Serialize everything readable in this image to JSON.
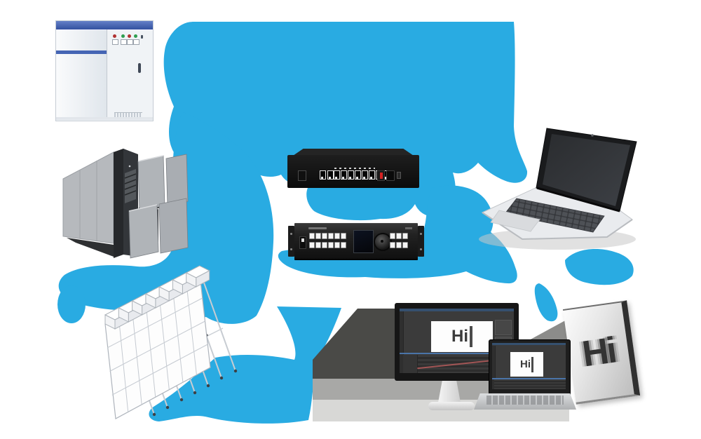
{
  "colors": {
    "arrow_blue": "#29ABE2",
    "device_black": "#141414",
    "panel_silver": "#d9d9d9",
    "cabinet_stripe_blue": "#33519f"
  },
  "screens": {
    "monitor_preview": "Hi",
    "laptop_preview": "Hi",
    "led_panel": "Hi"
  },
  "devices": {
    "power_cabinet": "power-distribution-cabinet",
    "led_cabinet_modules": "led-cabinet-with-modules",
    "ethernet_switch": "ethernet-switch",
    "video_processor": "led-video-processor",
    "laptop": "laptop-computer",
    "steel_structure": "led-screen-steel-structure",
    "editing_workstation": "video-editing-workstation",
    "led_display": "led-display-panel"
  }
}
